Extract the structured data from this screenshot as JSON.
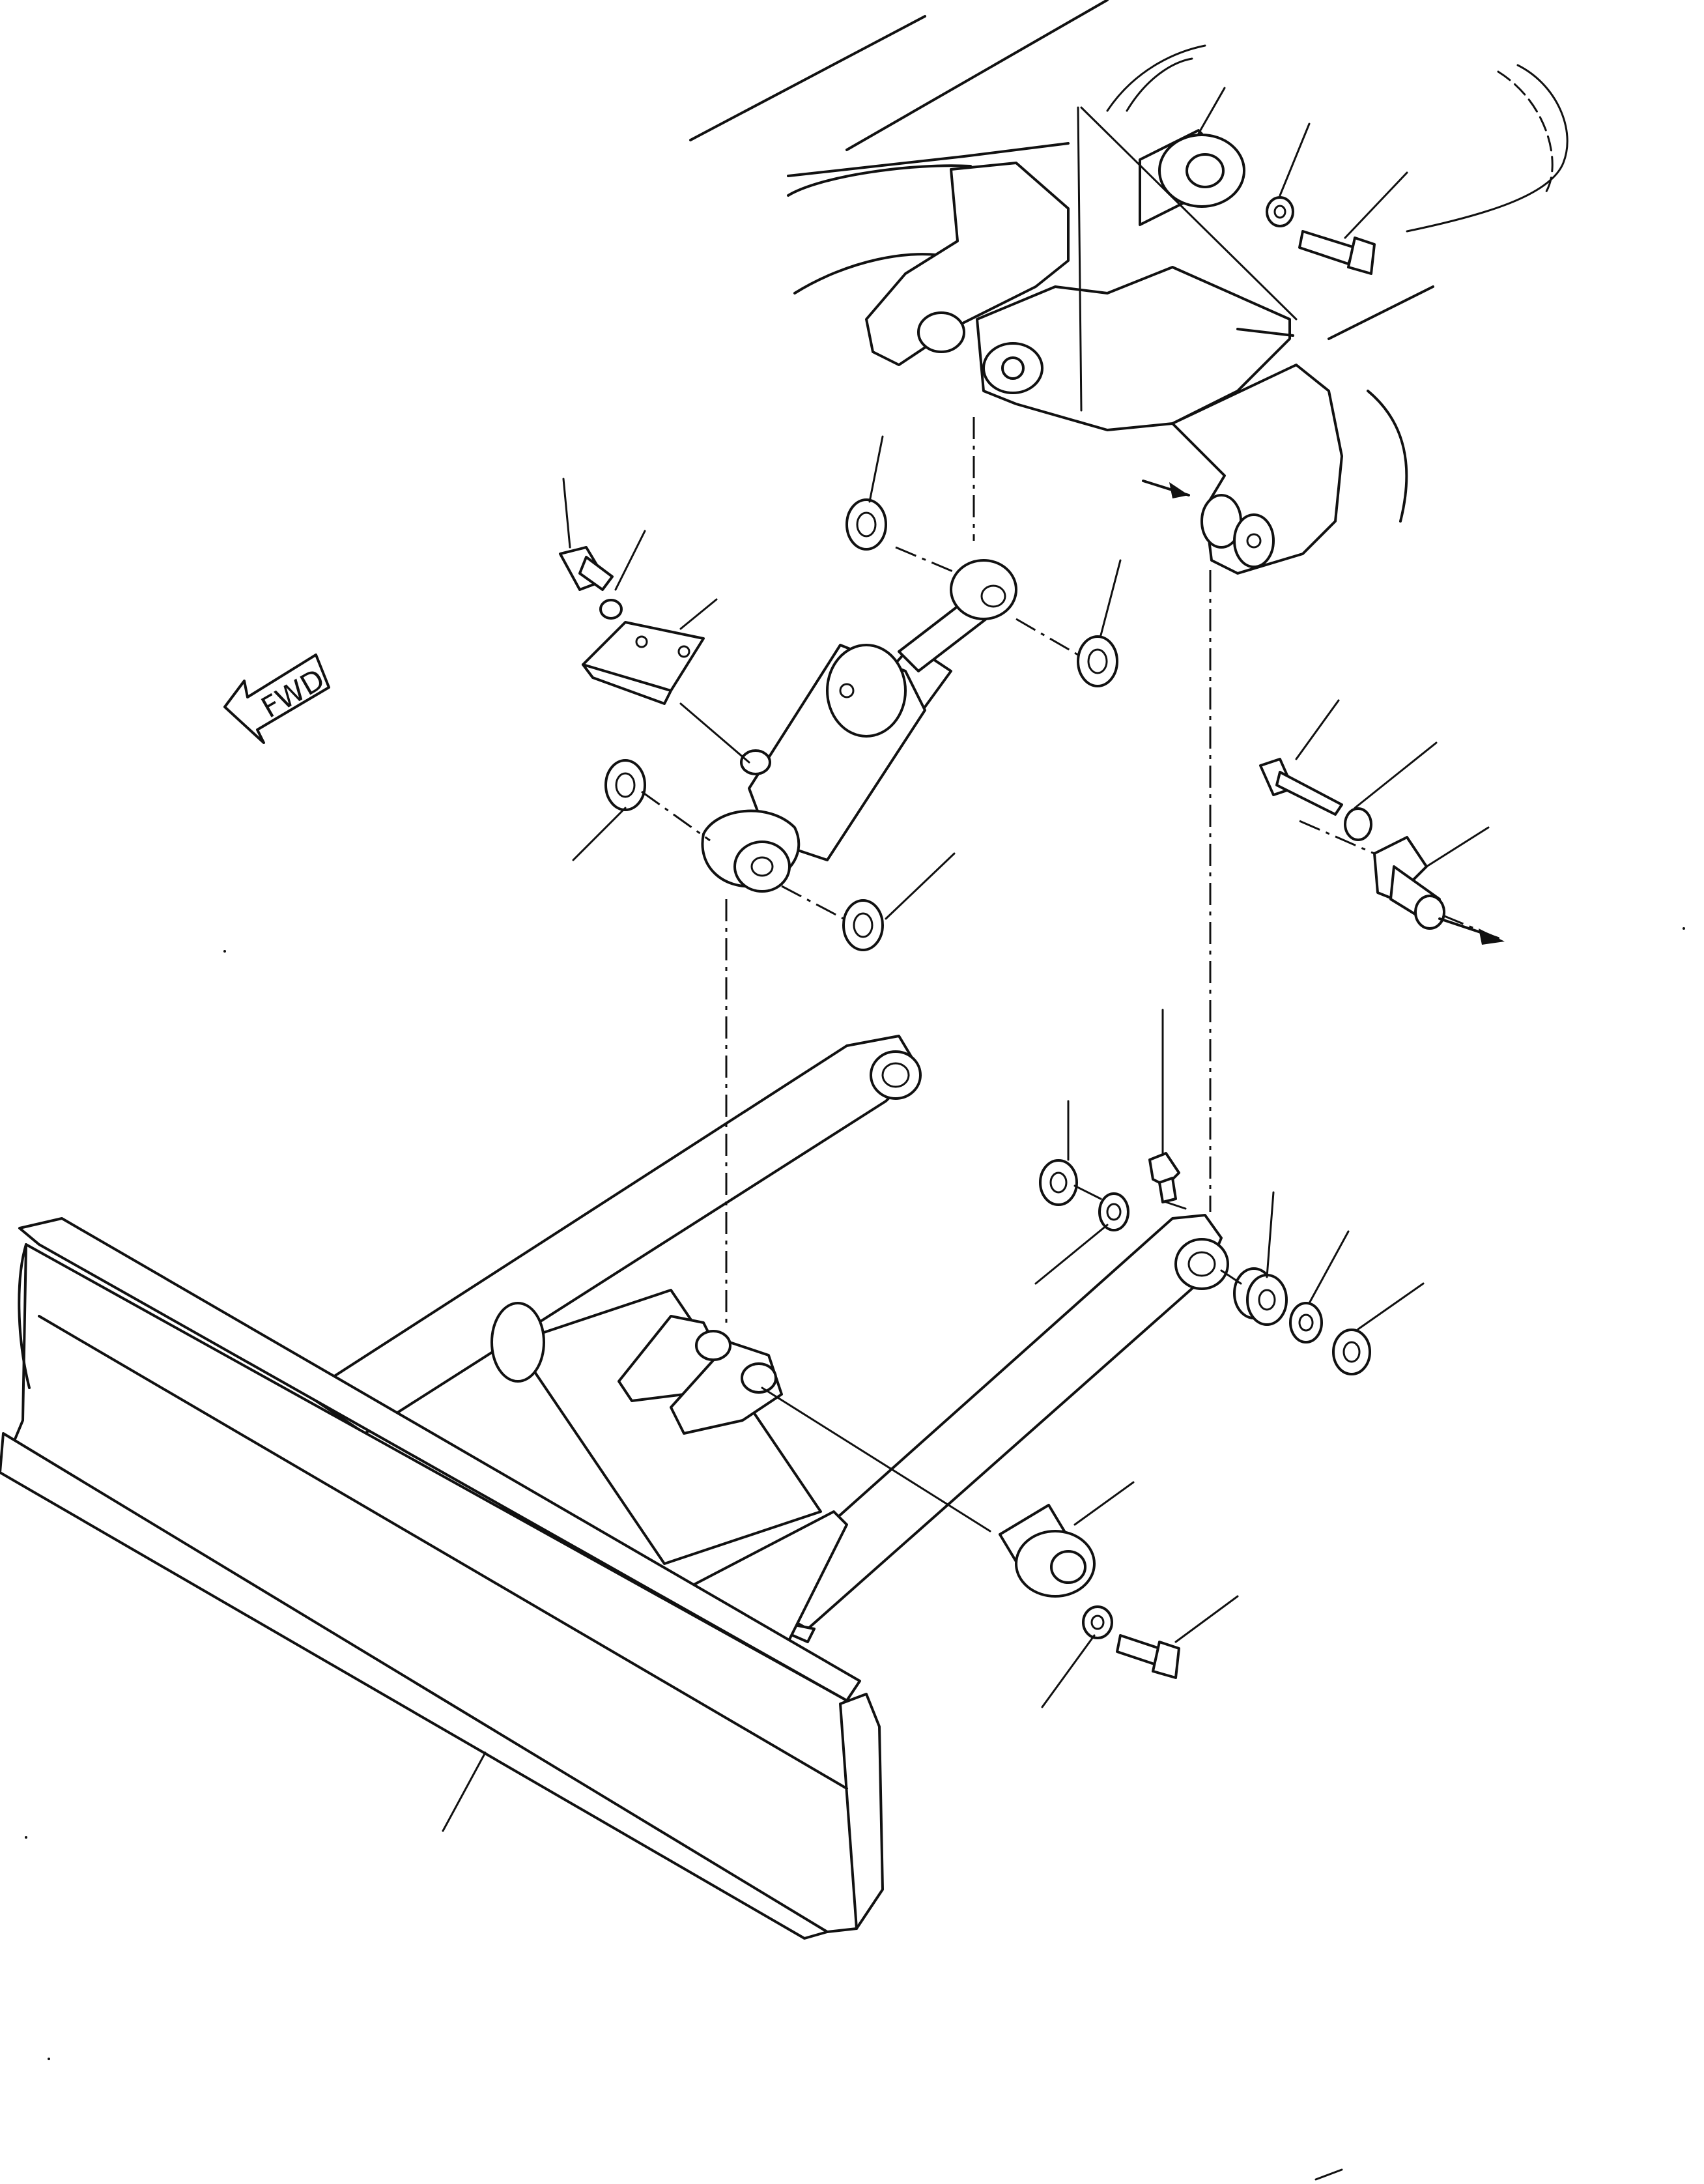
{
  "diagram": {
    "direction_label": "FWD",
    "colors": {
      "line": "#111111",
      "background": "#ffffff"
    },
    "components": [
      "blade",
      "blade-frame",
      "hydraulic-cylinder",
      "swing-bracket",
      "cylinder-pin",
      "frame-pivot-pin",
      "bracket-plate",
      "grease-fitting",
      "bolt",
      "washer",
      "shim",
      "bushing"
    ]
  }
}
